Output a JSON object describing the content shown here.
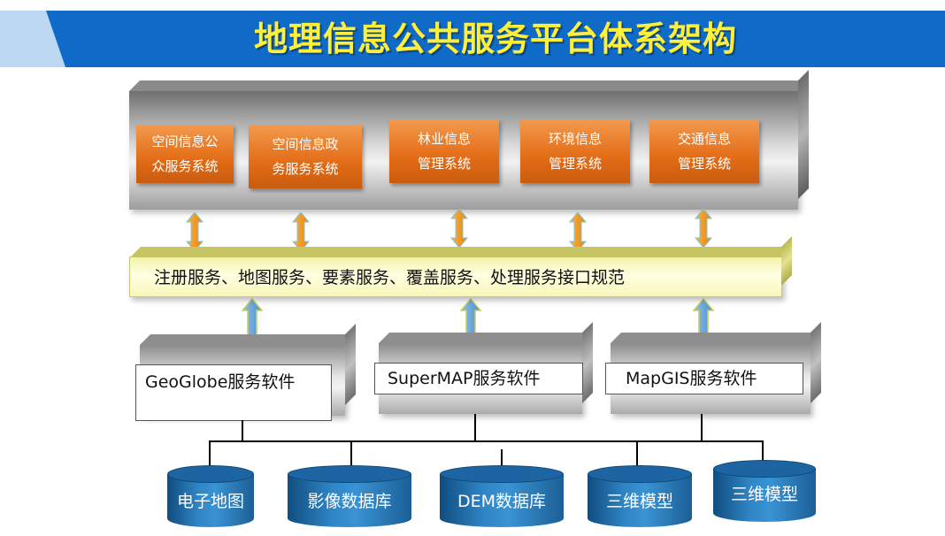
{
  "title": "地理信息公共服务平台体系架构",
  "apps": [
    {
      "line1": "空间信息公",
      "line2": "众服务系统"
    },
    {
      "line1": "空间信息政",
      "line2": "务服务系统"
    },
    {
      "line1": "林业信息",
      "line2": "管理系统"
    },
    {
      "line1": "环境信息",
      "line2": "管理系统"
    },
    {
      "line1": "交通信息",
      "line2": "管理系统"
    }
  ],
  "standard_bar": "注册服务、地图服务、要素服务、覆盖服务、处理服务接口规范",
  "gis_software": [
    "GeoGlobe服务软件",
    "SuperMAP服务软件",
    "MapGIS服务软件"
  ],
  "databases": [
    "电子地图",
    "影像数据库",
    "DEM数据库",
    "三维模型",
    "三维模型"
  ],
  "colors": {
    "title_bar": "#0f6bc7",
    "title_text": "#ffef3a",
    "app_box": "#e36c16",
    "arrow_orange": "#f0920c",
    "arrow_blue": "#6fa9dc",
    "database": "#2f84c4"
  }
}
